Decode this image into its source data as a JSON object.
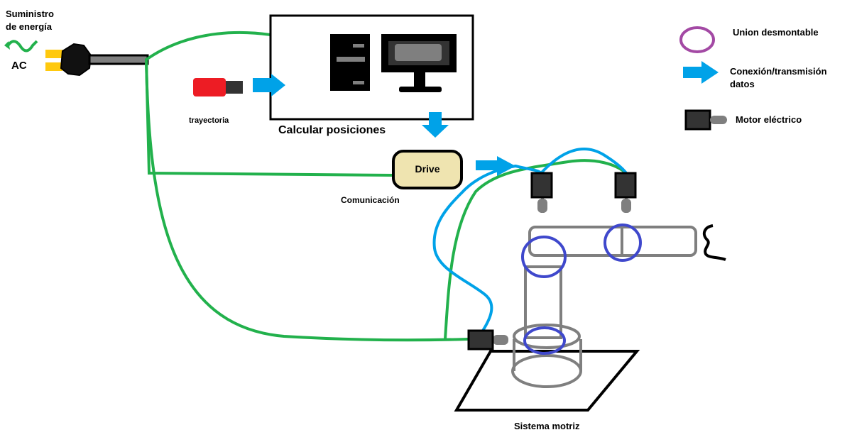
{
  "power": {
    "supply_label_line1": "Suministro",
    "supply_label_line2": "de energía",
    "ac_label": "AC"
  },
  "computer": {
    "caption": "Calcular posiciones"
  },
  "usb": {
    "caption": "trayectoria"
  },
  "drive": {
    "label": "Drive",
    "caption": "Comunicación"
  },
  "robot": {
    "caption": "Sistema motriz"
  },
  "legend": {
    "joint_label": "Union desmontable",
    "data_label_line1": "Conexión/transmisión",
    "data_label_line2": "datos",
    "motor_label": "Motor eléctrico"
  },
  "colors": {
    "power_wire": "#22b14c",
    "data_wire": "#00a2e8",
    "data_arrow": "#00a2e8",
    "joint_ring": "#3f48cc",
    "legend_ring": "#a349a4",
    "robot_body": "#7f7f7f",
    "motor_body": "#333333",
    "drive_fill": "#efe4b0",
    "usb_red": "#ed1c24",
    "plug_yellow": "#ffc90e"
  }
}
